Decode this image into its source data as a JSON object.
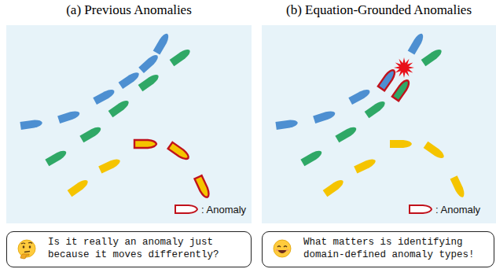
{
  "diagram": {
    "nodes": [
      {
        "text": [
          "Is it really an anomaly just because it moves differently?"
        ]
      },
      {
        "text": [
          "What matters is identifying domain-defined anomaly types!"
        ]
      }
    ],
    "labels": [
      "(a) Previous Anomalies",
      "(b) Equation-Grounded Anomalies"
    ],
    "legend": [
      {
        "text": ": Anomaly"
      },
      {
        "text": ": Anomaly"
      }
    ]
  }
}
